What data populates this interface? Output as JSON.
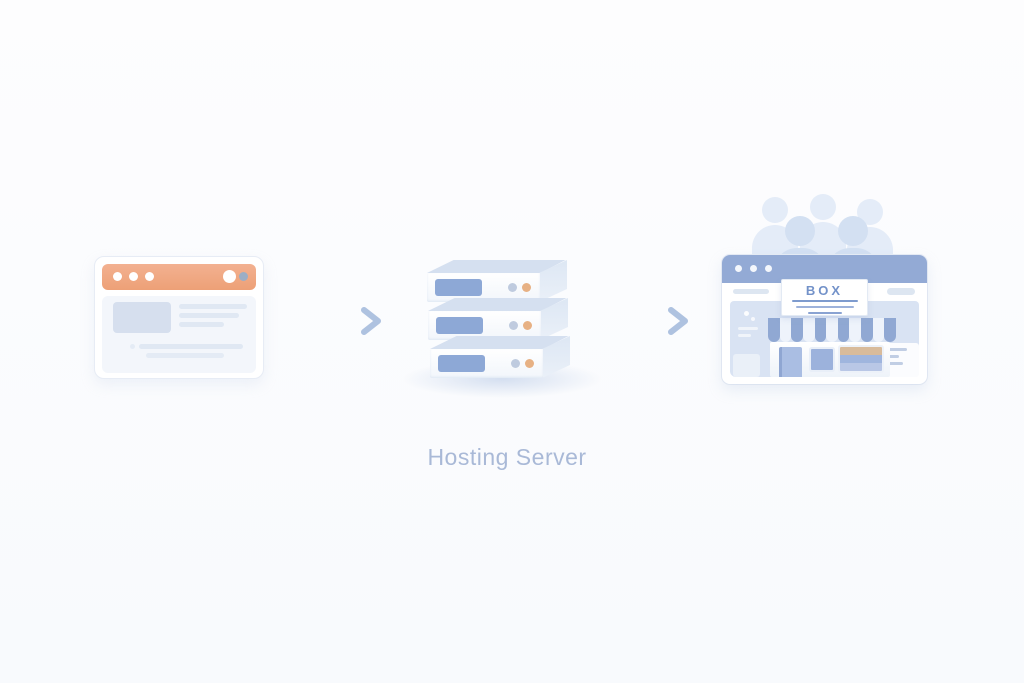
{
  "diagram": {
    "flow_label": "Hosting Server",
    "storefront_sign": "BOX",
    "nodes": [
      {
        "id": "website-browser",
        "accent_color": "#eda077"
      },
      {
        "id": "hosting-server",
        "accent_color": "#8da8d6"
      },
      {
        "id": "live-site-with-visitors",
        "accent_color": "#93aad5"
      }
    ],
    "colors": {
      "website_bar_orange": "#efa47e",
      "live_site_bar_blue": "#93aad5",
      "server_panel_blue": "#8da8d6",
      "server_led_orange": "#e7b184",
      "server_led_gray": "#bfcbdf",
      "arrow_blue": "#aec2e0",
      "label_text_blue": "#a9b9d7",
      "content_blue": "#d9e3f3",
      "awning_blue": "#90a8d3"
    },
    "icons": [
      "browser-window-icon",
      "server-stack-icon",
      "arrow-right-icon",
      "users-icon",
      "storefront-icon"
    ]
  }
}
